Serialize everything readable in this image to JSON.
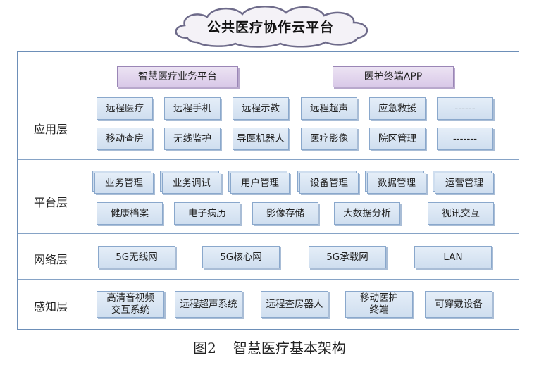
{
  "title": "公共医疗协作云平台",
  "top_platforms": [
    "智慧医疗业务平台",
    "医护终端APP"
  ],
  "layers": [
    {
      "label": "应用层",
      "rows": [
        [
          "远程医疗",
          "远程手机",
          "远程示教",
          "远程超声",
          "应急救援",
          "------"
        ],
        [
          "移动查房",
          "无线监护",
          "导医机器人",
          "医疗影像",
          "院区管理",
          "-------"
        ]
      ]
    },
    {
      "label": "平台层",
      "rows": [
        [
          "业务管理",
          "业务调试",
          "用户管理",
          "设备管理",
          "数据管理",
          "运营管理"
        ],
        [
          "健康档案",
          "电子病历",
          "影像存储",
          "大数据分析",
          "视讯交互"
        ]
      ]
    },
    {
      "label": "网络层",
      "rows": [
        [
          "5G无线网",
          "5G核心网",
          "5G承载网",
          "LAN"
        ]
      ]
    },
    {
      "label": "感知层",
      "rows": [
        [
          "高清音视频\n交互系统",
          "远程超声系统",
          "远程查房器人",
          "移动医护\n终端",
          "可穿戴设备"
        ]
      ]
    }
  ],
  "caption": {
    "number": "图2",
    "text": "智慧医疗基本架构"
  }
}
